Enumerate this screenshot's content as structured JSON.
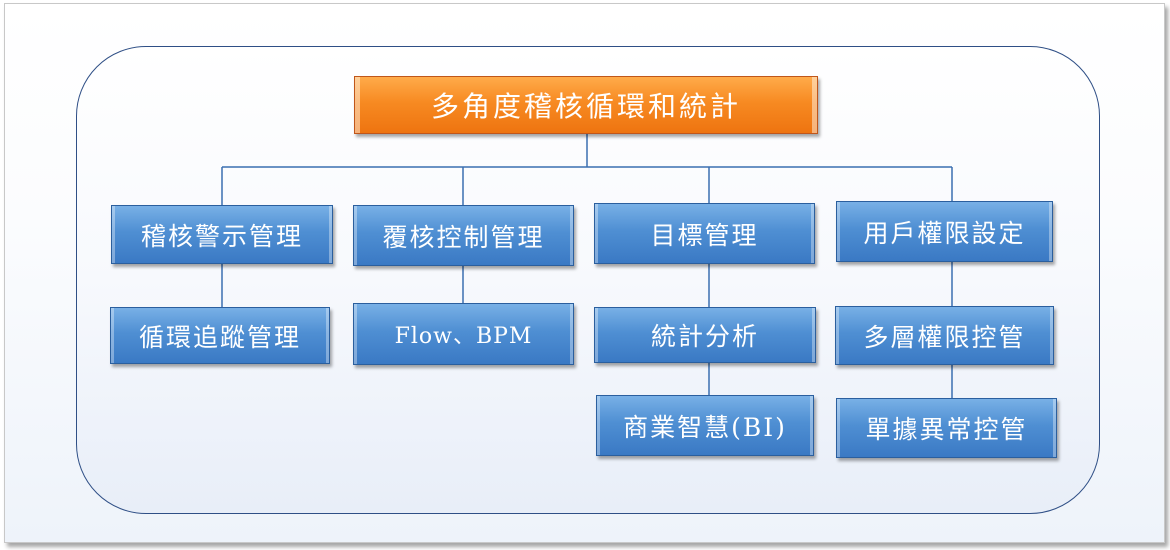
{
  "diagram": {
    "root": {
      "label": "多角度稽核循環和統計"
    },
    "branches": [
      {
        "label": "稽核警示管理",
        "children": [
          "循環追蹤管理"
        ]
      },
      {
        "label": "覆核控制管理",
        "children": [
          "Flow、BPM"
        ]
      },
      {
        "label": "目標管理",
        "children": [
          "統計分析",
          "商業智慧(BI)"
        ]
      },
      {
        "label": "用戶權限設定",
        "children": [
          "多層權限控管",
          "單據異常控管"
        ]
      }
    ],
    "colors": {
      "root_fill": "#f78a22",
      "node_fill": "#4f8fd3",
      "connector": "#3b6fb0",
      "outline": "#2f4f86"
    }
  }
}
